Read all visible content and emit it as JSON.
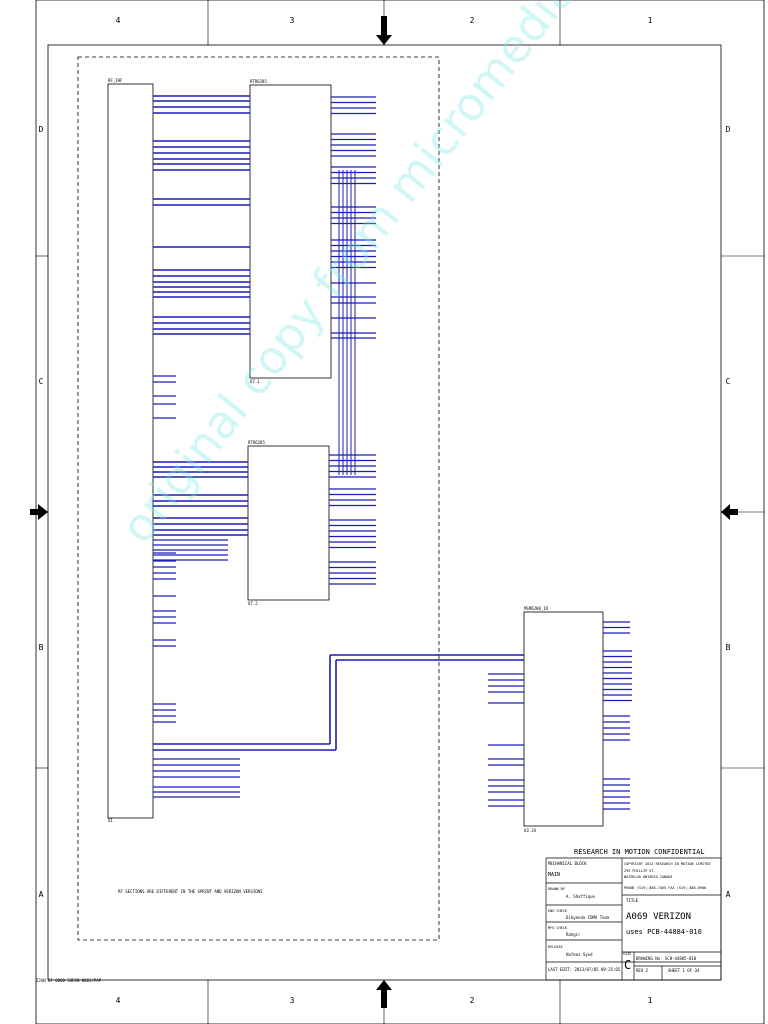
{
  "zone_cols": [
    "4",
    "3",
    "2",
    "1"
  ],
  "zone_rows": [
    "D",
    "C",
    "B",
    "A"
  ],
  "colors": {
    "net": "#1c1cb8",
    "line": "#000000",
    "watermark": "#7fe3e3"
  },
  "footer_note": "ZJAN OF 0000 SHEGN 0003/PAP",
  "watermark": "original copy from micromedia",
  "rf_note": "RF SECTIONS ARE DIFFERENT IN THE SPRINT AND VERIZON VERSIONS",
  "comp1": {
    "ref": "RF_IHF",
    "label": "U1"
  },
  "comp2": {
    "ref": "RTR6285",
    "label": "U7.1"
  },
  "comp3": {
    "ref": "RTR6285",
    "label": "U7.2"
  },
  "comp4": {
    "ref": "MSM6280_IO",
    "label": "U3.34"
  },
  "title_block": {
    "confidential": "RESEARCH IN MOTION CONFIDENTIAL",
    "mech_block_label": "MECHANICAL BLOCK",
    "mech_block_value": "MAIN",
    "copyright": "COPYRIGHT 2012 RESEARCH IN MOTION LIMITED",
    "address1": "295 PHILLIP ST.",
    "address2": "WATERLOO ONTARIO CANADA",
    "phone": "PHONE (519) 888-7465 FAX (519) 888-6906",
    "drawn_by_label": "DRAWN BY",
    "drawn_by": "A. Shaffique",
    "eng_check_label": "ENG CHECK",
    "eng_check": "Dibyendu CDMA Team",
    "mfg_check_label": "MFG CHECK",
    "mfg_check": "Rahgir",
    "release_label": "RELEASE",
    "release": "Hafeez Syed",
    "title_label": "TITLE",
    "title": "A069 VERIZON",
    "subtitle": "uses PCB-44884-010",
    "size_label": "SIZE",
    "size": "C",
    "drawing_no": "DRAWING No. SCH-44885-010",
    "last_edit": "LAST EDIT: 2013/07/05 09:25:05",
    "rev": "REV 2",
    "sheet": "SHEET 1 OF 34"
  }
}
